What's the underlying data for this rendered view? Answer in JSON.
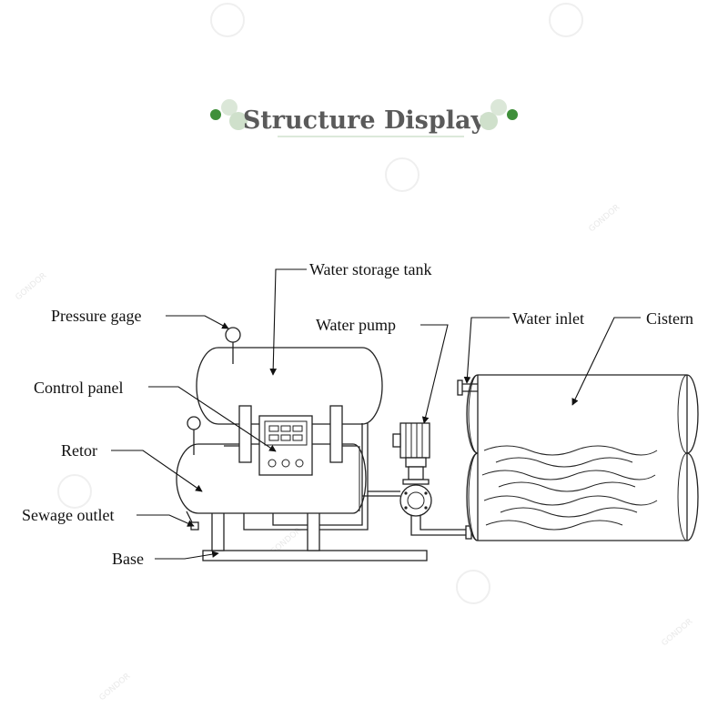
{
  "title": "Structure Display",
  "colors": {
    "accent": "#3f8f3a",
    "accent_light": "#c8dcc4",
    "title": "#5a5a5a"
  },
  "labels": {
    "water_storage_tank": "Water storage tank",
    "pressure_gage": "Pressure gage",
    "water_pump": "Water pump",
    "water_inlet": "Water inlet",
    "cistern": "Cistern",
    "control_panel": "Control panel",
    "retor": "Retor",
    "sewage_outlet": "Sewage outlet",
    "base": "Base"
  },
  "watermark": {
    "text": "GONDOR",
    "icon": "gondor-logo-icon"
  }
}
